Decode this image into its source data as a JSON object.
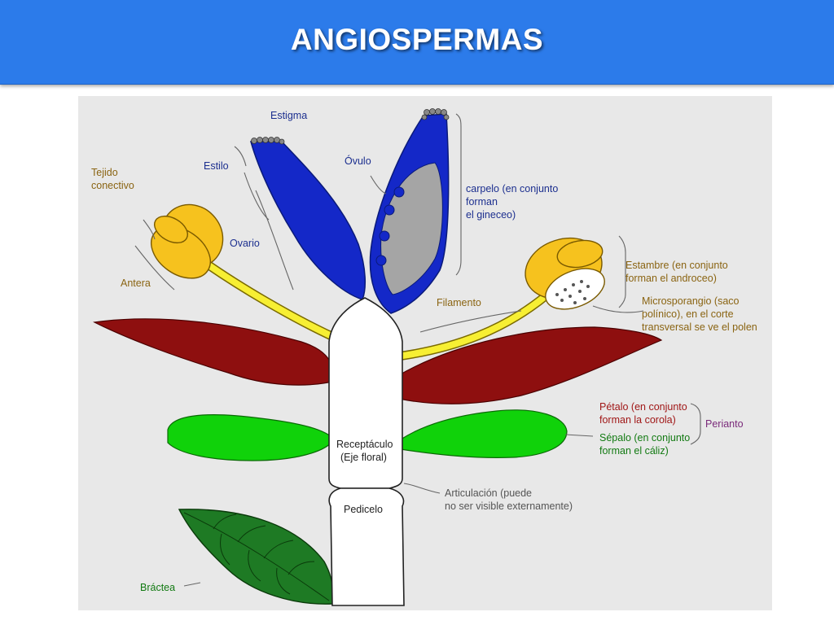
{
  "slide": {
    "title": "ANGIOSPERMAS"
  },
  "colors": {
    "title_bar": "#2c7bea",
    "panel": "#e8e8e8",
    "pistil_blue": "#1428c8",
    "ovary_grey": "#a5a5a5",
    "anther_yellow": "#f6c21e",
    "filament_yellow": "#f7ef33",
    "petal_red": "#8e0f0f",
    "sepal_green": "#10d20a",
    "bract_green": "#1e7a24",
    "receptacle_white": "#ffffff"
  },
  "labels": {
    "estigma": "Estigma",
    "estilo": "Estilo",
    "ovulo": "Óvulo",
    "ovario": "Ovario",
    "tejido_line1": "Tejido",
    "tejido_line2": "conectivo",
    "antera": "Antera",
    "carpelo_line1": "carpelo (en conjunto",
    "carpelo_line2": "forman",
    "carpelo_line3": "el gineceo)",
    "estambre_line1": "Estambre (en conjunto",
    "estambre_line2": "forman el androceo)",
    "microsporangio_line1": "Microsporangio (saco",
    "microsporangio_line2": "polínico), en el corte",
    "microsporangio_line3": "transversal se ve el polen",
    "filamento": "Filamento",
    "petalo_line1": "Pétalo (en conjunto",
    "petalo_line2": "forman la corola)",
    "sepalo_line1": "Sépalo (en conjunto",
    "sepalo_line2": "forman el cáliz)",
    "perianto": "Perianto",
    "receptaculo_line1": "Receptáculo",
    "receptaculo_line2": "(Eje floral)",
    "pedicelo": "Pedicelo",
    "articulacion_line1": "Articulación (puede",
    "articulacion_line2": "no ser visible externamente)",
    "bractea": "Bráctea"
  }
}
